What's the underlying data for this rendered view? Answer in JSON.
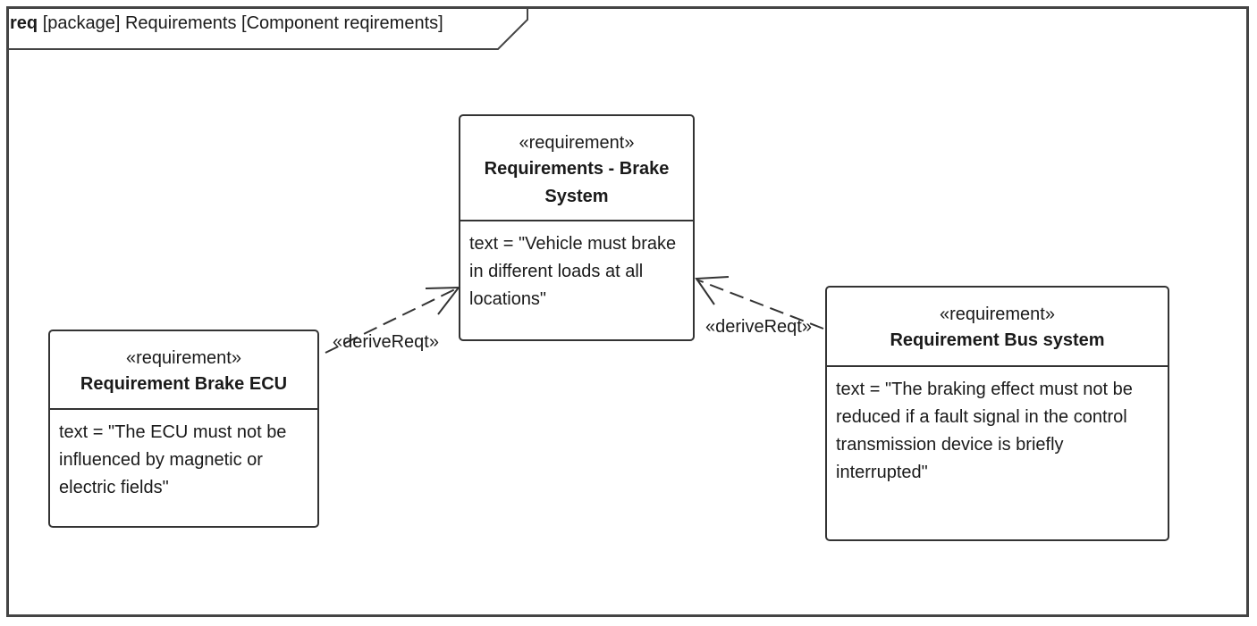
{
  "frame": {
    "keyword": "req",
    "title": "[package] Requirements [Component reqirements]"
  },
  "blocks": {
    "brake_system": {
      "stereotype": "«requirement»",
      "name": "Requirements - Brake\nSystem",
      "text": "text = \"Vehicle must brake\nin different loads at all\nlocations\""
    },
    "brake_ecu": {
      "stereotype": "«requirement»",
      "name": "Requirement Brake ECU",
      "text": "text = \"The ECU must not be\ninfluenced by magnetic or\nelectric fields\""
    },
    "bus_system": {
      "stereotype": "«requirement»",
      "name": "Requirement Bus system",
      "text": "text = \"The braking effect must not be\nreduced if a fault signal in the control\ntransmission device is briefly\ninterrupted\""
    }
  },
  "relations": {
    "ecu_to_system": "«deriveReqt»",
    "bus_to_system": "«deriveReqt»"
  }
}
